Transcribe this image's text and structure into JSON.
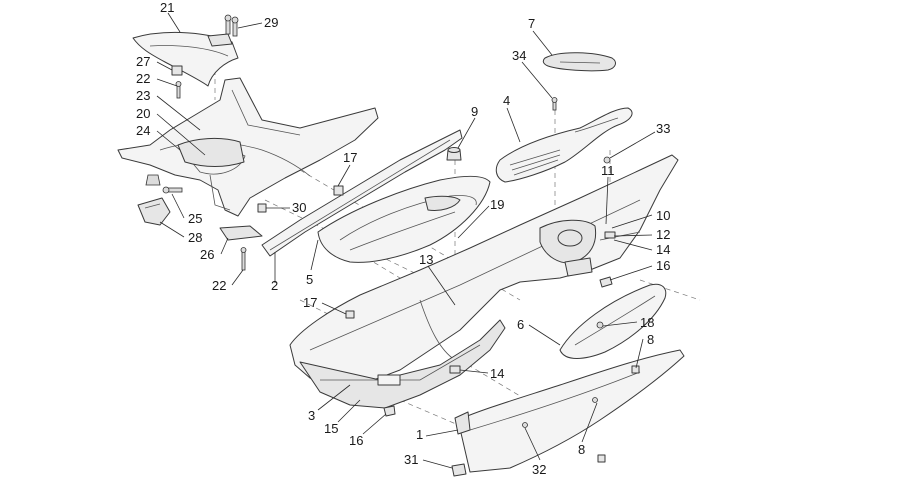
{
  "diagram": {
    "callouts": [
      {
        "id": "21",
        "text": "21"
      },
      {
        "id": "29",
        "text": "29"
      },
      {
        "id": "27",
        "text": "27"
      },
      {
        "id": "22a",
        "text": "22"
      },
      {
        "id": "23",
        "text": "23"
      },
      {
        "id": "20",
        "text": "20"
      },
      {
        "id": "24",
        "text": "24"
      },
      {
        "id": "25",
        "text": "25"
      },
      {
        "id": "28",
        "text": "28"
      },
      {
        "id": "26",
        "text": "26"
      },
      {
        "id": "22b",
        "text": "22"
      },
      {
        "id": "2",
        "text": "2"
      },
      {
        "id": "17a",
        "text": "17"
      },
      {
        "id": "30",
        "text": "30"
      },
      {
        "id": "9",
        "text": "9"
      },
      {
        "id": "5",
        "text": "5"
      },
      {
        "id": "19",
        "text": "19"
      },
      {
        "id": "7",
        "text": "7"
      },
      {
        "id": "34",
        "text": "34"
      },
      {
        "id": "4",
        "text": "4"
      },
      {
        "id": "33",
        "text": "33"
      },
      {
        "id": "11",
        "text": "11"
      },
      {
        "id": "10",
        "text": "10"
      },
      {
        "id": "12",
        "text": "12"
      },
      {
        "id": "14a",
        "text": "14"
      },
      {
        "id": "16a",
        "text": "16"
      },
      {
        "id": "13",
        "text": "13"
      },
      {
        "id": "17b",
        "text": "17"
      },
      {
        "id": "6",
        "text": "6"
      },
      {
        "id": "18",
        "text": "18"
      },
      {
        "id": "8a",
        "text": "8"
      },
      {
        "id": "14b",
        "text": "14"
      },
      {
        "id": "3",
        "text": "3"
      },
      {
        "id": "15",
        "text": "15"
      },
      {
        "id": "16b",
        "text": "16"
      },
      {
        "id": "1",
        "text": "1"
      },
      {
        "id": "31",
        "text": "31"
      },
      {
        "id": "32",
        "text": "32"
      },
      {
        "id": "8b",
        "text": "8"
      }
    ]
  }
}
